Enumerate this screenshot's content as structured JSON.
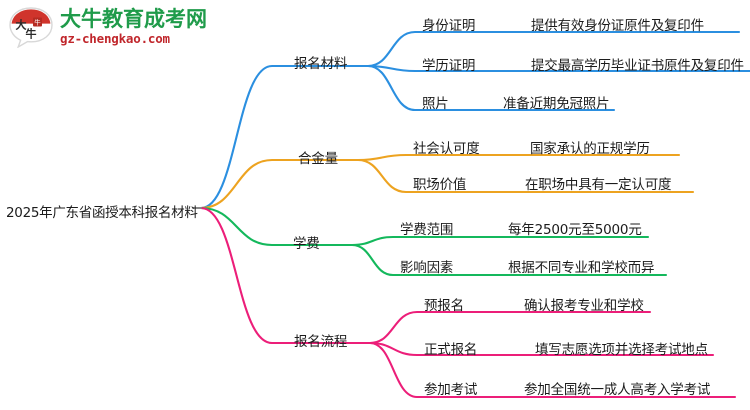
{
  "logo": {
    "name": "大牛教育成考网",
    "domain": "gz-chengkao.com",
    "mark_text": "大牛",
    "brand_green": "#1f9b4a",
    "brand_red": "#c0262b"
  },
  "mindmap": {
    "root": {
      "label": "2025年广东省函授本科报名材料"
    },
    "branches": [
      {
        "label": "报名材料",
        "color": "#2b8fe0",
        "children": [
          {
            "label": "身份证明",
            "desc": "提供有效身份证原件及复印件"
          },
          {
            "label": "学历证明",
            "desc": "提交最高学历毕业证书原件及复印件"
          },
          {
            "label": "照片",
            "desc": "准备近期免冠照片"
          }
        ]
      },
      {
        "label": "合金量",
        "color": "#eda320",
        "children": [
          {
            "label": "社会认可度",
            "desc": "国家承认的正规学历"
          },
          {
            "label": "职场价值",
            "desc": "在职场中具有一定认可度"
          }
        ]
      },
      {
        "label": "学费",
        "color": "#14b85c",
        "children": [
          {
            "label": "学费范围",
            "desc": "每年2500元至5000元"
          },
          {
            "label": "影响因素",
            "desc": "根据不同专业和学校而异"
          }
        ]
      },
      {
        "label": "报名流程",
        "color": "#ec1e79",
        "children": [
          {
            "label": "预报名",
            "desc": "确认报考专业和学校"
          },
          {
            "label": "正式报名",
            "desc": "填写志愿选项并选择考试地点"
          },
          {
            "label": "参加考试",
            "desc": "参加全国统一成人高考入学考试"
          }
        ]
      }
    ]
  }
}
